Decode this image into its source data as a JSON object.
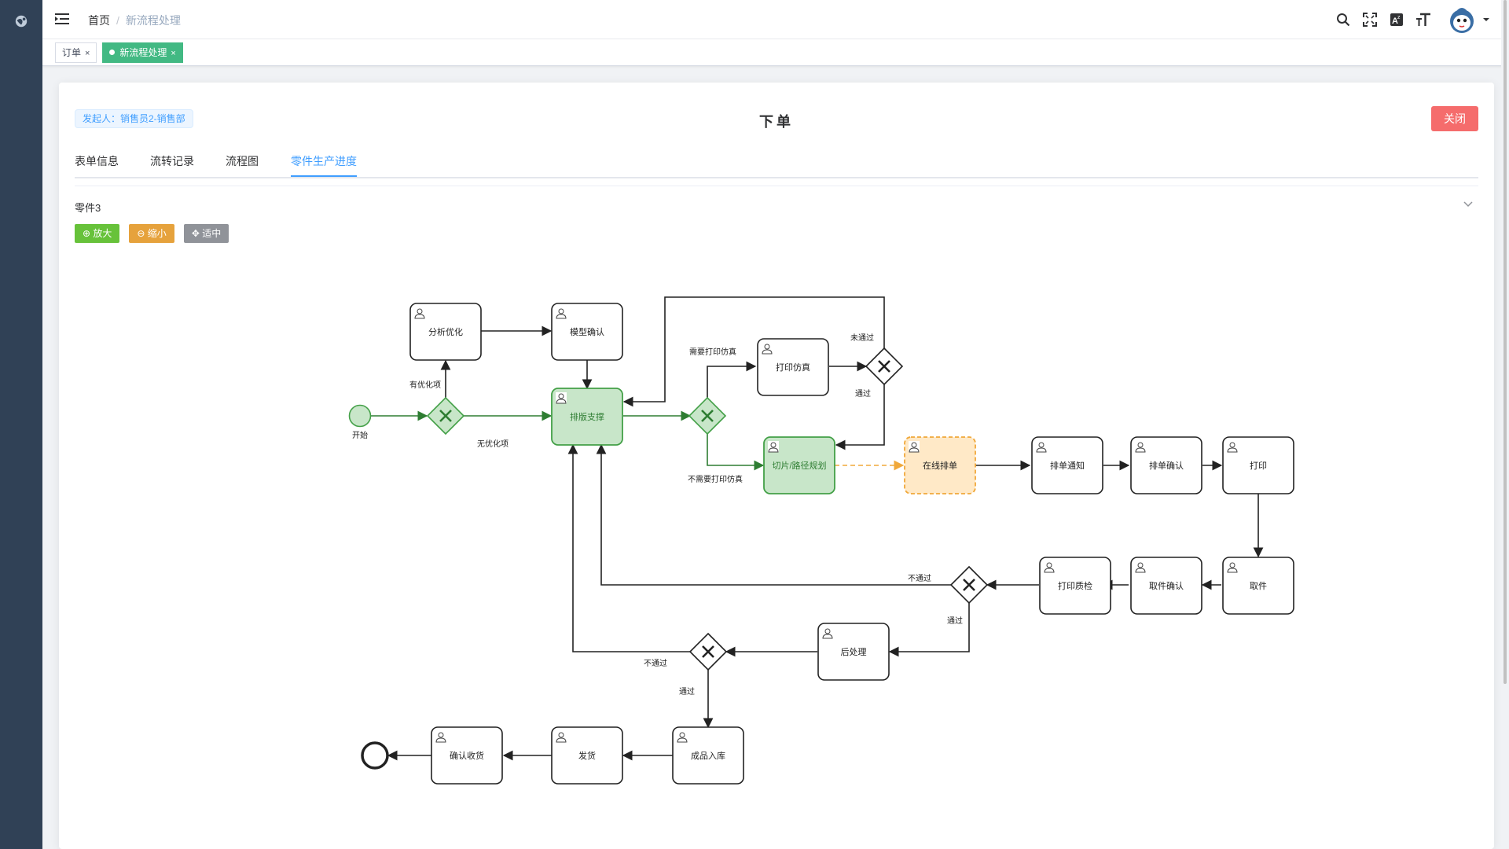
{
  "breadcrumb": {
    "home": "首页",
    "separator": "/",
    "current": "新流程处理"
  },
  "header_icons": [
    "search-icon",
    "fullscreen-icon",
    "translate-icon",
    "font-size-icon"
  ],
  "tags": [
    {
      "label": "订单",
      "close": "×",
      "active": false
    },
    {
      "label": "新流程处理",
      "close": "×",
      "active": true
    }
  ],
  "card": {
    "initiator": "发起人：销售员2-销售部",
    "title": "下单",
    "close_button": "关闭",
    "tabs": [
      "表单信息",
      "流转记录",
      "流程图",
      "零件生产进度"
    ],
    "active_tab": "零件生产进度",
    "part_name": "零件3",
    "buttons": {
      "zoom_in": "放大",
      "zoom_out": "缩小",
      "center": "适中"
    }
  },
  "colors": {
    "brand": "#409eff",
    "done_fill": "#c8e6c9",
    "done_stroke": "#43a047",
    "current_fill": "#ffe9c7",
    "current_stroke": "#f0a83a",
    "close": "#f56c6c"
  },
  "diagram": {
    "tasks": [
      {
        "id": "fenxi",
        "label": "分析优化",
        "state": "normal"
      },
      {
        "id": "moxing",
        "label": "模型确认",
        "state": "normal"
      },
      {
        "id": "paiban",
        "label": "排版支撑",
        "state": "done"
      },
      {
        "id": "dayin_fangzhen",
        "label": "打印仿真",
        "state": "normal"
      },
      {
        "id": "qiepian",
        "label": "切片/路径规划",
        "state": "done"
      },
      {
        "id": "zaixian",
        "label": "在线排单",
        "state": "current"
      },
      {
        "id": "tongzhi",
        "label": "排单通知",
        "state": "normal"
      },
      {
        "id": "paidan_queren",
        "label": "排单确认",
        "state": "normal"
      },
      {
        "id": "dayin",
        "label": "打印",
        "state": "normal"
      },
      {
        "id": "dayin_zhijian",
        "label": "打印质检",
        "state": "normal"
      },
      {
        "id": "qujian_queren",
        "label": "取件确认",
        "state": "normal"
      },
      {
        "id": "qujian",
        "label": "取件",
        "state": "normal"
      },
      {
        "id": "houchuli",
        "label": "后处理",
        "state": "normal"
      },
      {
        "id": "queren_shouhuo",
        "label": "确认收货",
        "state": "normal"
      },
      {
        "id": "fahuo",
        "label": "发货",
        "state": "normal"
      },
      {
        "id": "chengpin",
        "label": "成品入库",
        "state": "normal"
      }
    ],
    "start_label": "开始",
    "flow_labels": {
      "you": "有优化项",
      "wu": "无优化项",
      "xuyao": "需要打印仿真",
      "buxuyao": "不需要打印仿真",
      "weitongguo": "未通过",
      "tongguo1": "通过",
      "butongguo2": "不通过",
      "tongguo2": "通过",
      "butongguo3": "不通过",
      "tongguo3": "通过"
    }
  }
}
